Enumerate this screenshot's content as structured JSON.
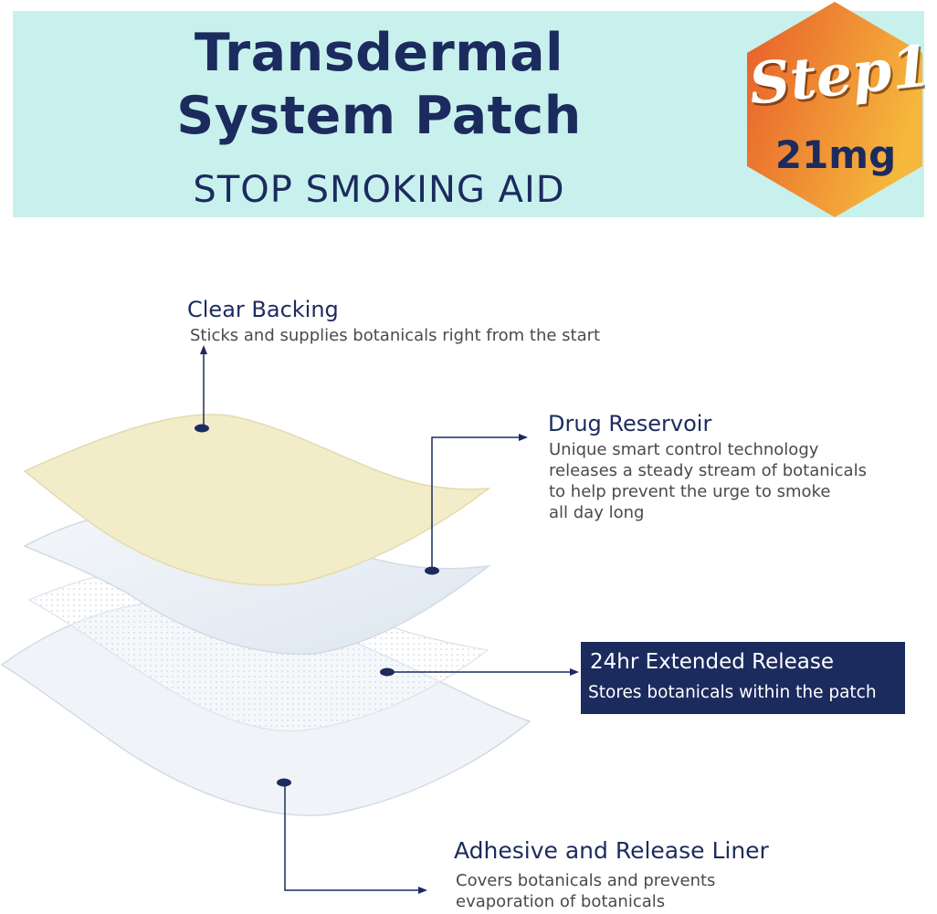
{
  "banner": {
    "title_line1": "Transdermal",
    "title_line2": "System Patch",
    "subtitle": "STOP SMOKING AID",
    "background": "#c8f1ee"
  },
  "badge": {
    "step": "Step1",
    "dose": "21mg",
    "gradient_start": "#e85d2a",
    "gradient_end": "#f5b73c"
  },
  "layers": {
    "clear_backing": {
      "heading": "Clear Backing",
      "description": "Sticks and supplies botanicals right from the start"
    },
    "drug_reservoir": {
      "heading": "Drug Reservoir",
      "description": [
        "Unique smart control technology",
        "releases a steady stream of botanicals",
        "to help prevent the urge to smoke",
        "all day long"
      ]
    },
    "extended_release": {
      "heading": "24hr Extended Release",
      "description": "Stores botanicals within the patch"
    },
    "adhesive_liner": {
      "heading": "Adhesive and Release Liner",
      "description": [
        "Covers botanicals and prevents",
        "evaporation of botanicals"
      ]
    }
  },
  "colors": {
    "navy": "#1c2b5e",
    "backing_layer": "#f3ecc8",
    "clear_layer": "#e8eff6"
  }
}
